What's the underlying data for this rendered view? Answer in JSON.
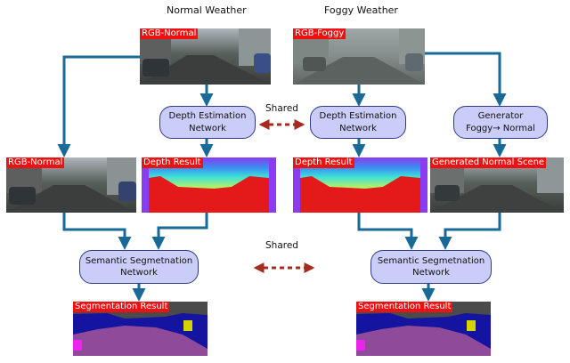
{
  "headings": {
    "normal": "Normal Weather",
    "foggy": "Foggy Weather"
  },
  "shared_label": "Shared",
  "image_tags": {
    "rgb_normal_top": "RGB-Normal",
    "rgb_foggy_top": "RGB-Foggy",
    "rgb_normal_mid": "RGB-Normal",
    "depth_result_left": "Depth Result",
    "depth_result_right": "Depth Result",
    "generated_normal": "Generated Normal Scene",
    "seg_result_left": "Segmentation Result",
    "seg_result_right": "Segmentation Result"
  },
  "boxes": {
    "depth_left": {
      "line1": "Depth Estimation",
      "line2": "Network"
    },
    "depth_right": {
      "line1": "Depth Estimation",
      "line2": "Network"
    },
    "generator": {
      "line1": "Generator",
      "line2": "Foggy→ Normal"
    },
    "seg_left": {
      "line1": "Semantic Segmetnation",
      "line2": "Network"
    },
    "seg_right": {
      "line1": "Semantic Segmetnation",
      "line2": "Network"
    }
  },
  "colors": {
    "arrow": "#1a6a97",
    "shared_arrow": "#a62b1f",
    "box_fill": "#c9cdf7",
    "box_border": "#2f3c8e",
    "tag_bg": "#ee1111"
  }
}
